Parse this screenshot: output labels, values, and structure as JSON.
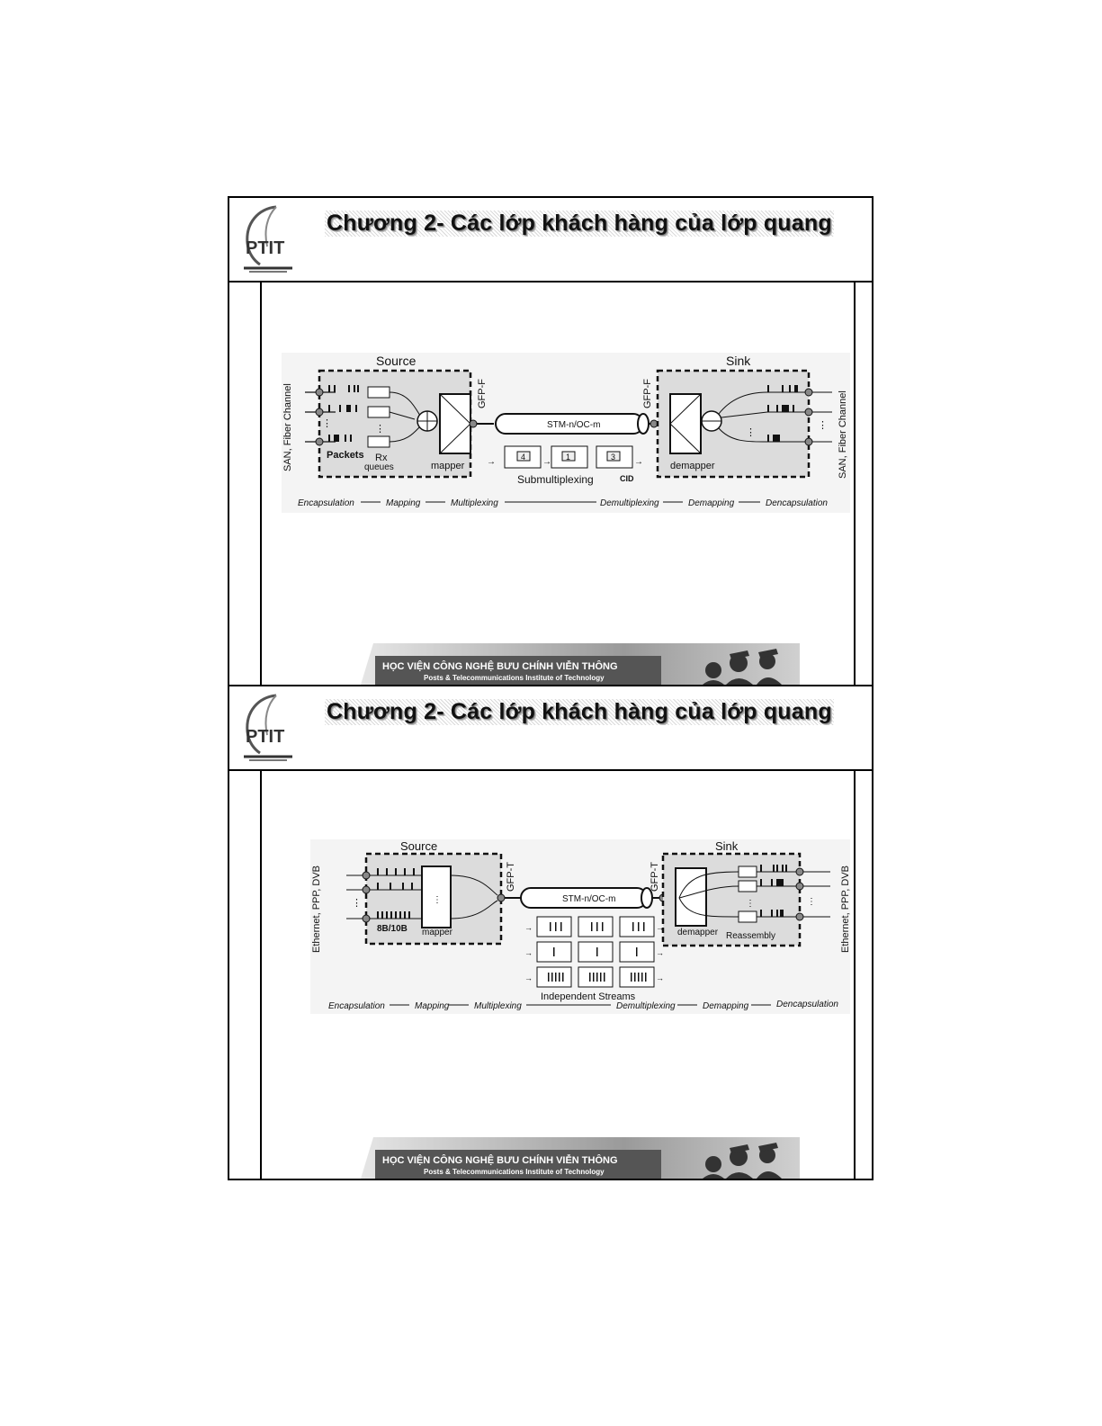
{
  "slides": [
    {
      "title": "Chương 2- Các lớp khách hàng của lớp quang",
      "logo_text": "PTIT",
      "diagram": {
        "source_label": "Source",
        "sink_label": "Sink",
        "left_side_label": "SAN, Fiber Channel",
        "right_side_label": "SAN, Fiber Channel",
        "mapper_tag": "GFP-F",
        "demapper_tag": "GFP-F",
        "pipe_label": "STM-n/OC-m",
        "packets_label": "Packets",
        "queues_label_1": "Rx",
        "queues_label_2": "queues",
        "mapper_label": "mapper",
        "demapper_label": "demapper",
        "frame_numbers": [
          "4",
          "1",
          "3"
        ],
        "cid_label": "CID",
        "mux_label": "Submultiplexing",
        "flow": [
          "Encapsulation",
          "Mapping",
          "Multiplexing",
          "Demultiplexing",
          "Demapping",
          "Dencapsulation"
        ]
      },
      "banner": {
        "line1": "HỌC VIỆN CÔNG NGHỆ BƯU CHÍNH VIỄN THÔNG",
        "line2": "Posts & Telecommunications Institute of Technology"
      }
    },
    {
      "title": "Chương 2- Các lớp khách hàng của lớp quang",
      "logo_text": "PTIT",
      "diagram": {
        "source_label": "Source",
        "sink_label": "Sink",
        "left_side_label": "Ethernet, PPP, DVB",
        "right_side_label": "Ethernet, PPP, DVB",
        "mapper_tag": "GFP-T",
        "demapper_tag": "GFP-T",
        "pipe_label": "STM-n/OC-m",
        "coding_label": "8B/10B",
        "mapper_label": "mapper",
        "demapper_label": "demapper",
        "reassembly_label": "Reassembly",
        "streams_label": "Independent Streams",
        "flow": [
          "Encapsulation",
          "Mapping",
          "Multiplexing",
          "Demultiplexing",
          "Demapping",
          "Dencapsulation"
        ]
      },
      "banner": {
        "line1": "HỌC VIỆN CÔNG NGHỆ BƯU CHÍNH VIỄN THÔNG",
        "line2": "Posts & Telecommunications Institute of Technology"
      }
    }
  ]
}
